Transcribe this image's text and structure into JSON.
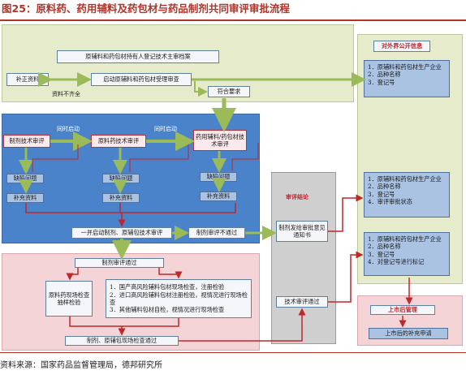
{
  "header": {
    "title": "图25：原料药、药用辅料及药包材与药品制剂共同审评审批流程",
    "source": "资料来源：国家药品监督管理局，德邦研究所"
  },
  "registration": {
    "banner": "原辅料和药包材持有人登记技术主审档案",
    "supplement": "补正资料",
    "start_acceptance": "启动原辅料和药包材受理审查",
    "incomplete": "资料不齐全",
    "meets_requirements": "符合要求"
  },
  "technical": {
    "formulation_review": "制剂技术审评",
    "api_review": "原料药技术审评",
    "excipient_review": "药用辅料/药包材技术审评",
    "concurrent_start": "同时启动",
    "defect": "缺陷问题",
    "supplement": "补充资料",
    "combined_start": "一并启动制剂、原辅包技术审评",
    "formulation_failed": "制剂审评不通过"
  },
  "inspection": {
    "formulation_passed": "制剂审评通过",
    "api_inspection": "原料药现场检查抽样检验",
    "item1": "1．国产高风险辅料包材现场检查，注册检验",
    "item2": "2．进口高风险辅料包材注册检验，视情况进行现场检查",
    "item3": "3．其他辅料包材自检，视情况进行现场检查",
    "site_passed": "制剂、原辅包现场检查通过"
  },
  "conclusion": {
    "header": "审评结论",
    "notice": "制剂发给审批意见通知书",
    "tech_passed": "技术审评通过"
  },
  "public_info": {
    "header": "对外界公开信息",
    "block1": [
      "1．原辅料和药包材生产企业",
      "2．品种名称",
      "3．登记号"
    ],
    "block2": [
      "1．原辅料和药包材生产企业",
      "2．品种名称",
      "3．登记号",
      "4．审评审批状态"
    ],
    "block3": [
      "1．原辅料和药包材生产企业",
      "2．品种名称",
      "3．登记号",
      "4．对登记号进行标记"
    ]
  },
  "post_market": {
    "header": "上市后管理",
    "supplement": "上市后的补充申请"
  },
  "colors": {
    "title_red": "#b0342a",
    "green_panel": "#e5ebcb",
    "blue_panel": "#4a83c9",
    "pink_panel": "#f5d4d8",
    "gray_panel": "#cfcfcf",
    "arrow_green": "#9bbb59",
    "arrow_red": "#c0262b"
  }
}
